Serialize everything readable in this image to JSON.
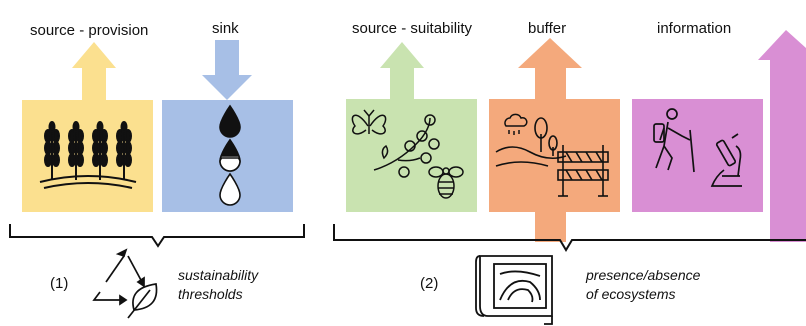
{
  "categories": {
    "source_provision": "source - provision",
    "sink": "sink",
    "source_suitability": "source - suitability",
    "buffer": "buffer",
    "information": "information"
  },
  "groups": {
    "group1": {
      "number": "(1)",
      "caption_line1": "sustainability",
      "caption_line2": "thresholds"
    },
    "group2": {
      "number": "(2)",
      "caption_line1": "presence/absence",
      "caption_line2": "of ecosystems"
    }
  },
  "colors": {
    "provision": "#fbe08f",
    "sink": "#a7bfe6",
    "suitability": "#c9e3b0",
    "buffer": "#f4a97c",
    "information": "#d98fd4",
    "line": "#111111"
  },
  "icons": [
    "wheat-icon",
    "water-drop-icon",
    "butterfly-icon",
    "flower-branch-icon",
    "bee-icon",
    "rain-cloud-icon",
    "tree-icon",
    "barrier-icon",
    "hiker-icon",
    "microscope-icon",
    "recycle-icon",
    "leaf-icon",
    "map-scroll-icon"
  ]
}
